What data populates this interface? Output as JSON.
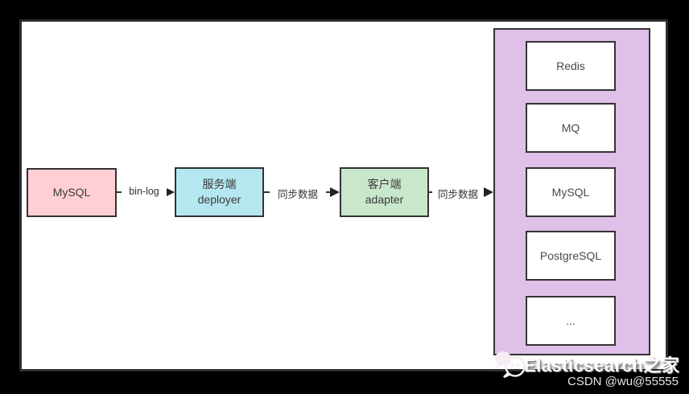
{
  "diagram": {
    "nodes": {
      "source": {
        "label": "MySQL"
      },
      "deployer": {
        "line1": "服务端",
        "line2": "deployer"
      },
      "adapter": {
        "line1": "客户端",
        "line2": "adapter"
      }
    },
    "arrows": {
      "binlog": {
        "label": "bin-log"
      },
      "sync1": {
        "label": "同步数据"
      },
      "sync2": {
        "label": "同步数据"
      }
    },
    "sink_targets": [
      "Redis",
      "MQ",
      "MySQL",
      "PostgreSQL",
      "..."
    ],
    "colors": {
      "source_fill": "#FFCFD5",
      "deployer_fill": "#B4E7F0",
      "adapter_fill": "#C9E7CA",
      "sink_container_fill": "#DFC0E8",
      "box_border": "#333333",
      "canvas_background": "#FFFFFF",
      "page_background": "#000000"
    }
  },
  "watermark": {
    "brand": "Elasticsearch之家",
    "attribution": "CSDN @wu@55555"
  }
}
